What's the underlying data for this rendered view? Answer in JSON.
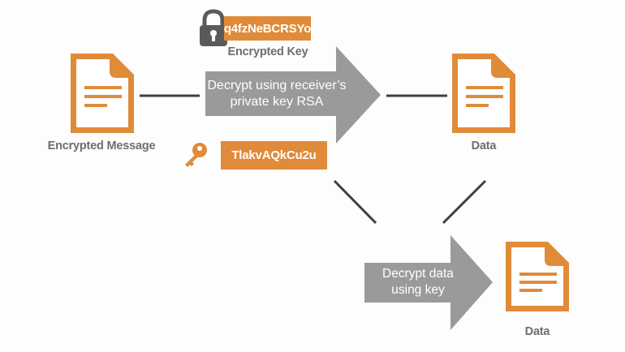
{
  "colors": {
    "accent": "#e08b3a",
    "arrow": "#9a9a9c",
    "connector": "#3f3f43",
    "label": "#6e6e70",
    "lock": "#5a5a5c"
  },
  "encrypted_message": {
    "icon": "document-icon",
    "label": "Encrypted Message"
  },
  "encrypted_key": {
    "icon": "lock-icon",
    "value": "q4fzNeBCRSYo",
    "label": "Encrypted Key"
  },
  "decrypted_key": {
    "icon": "key-icon",
    "value": "TlakvAQkCu2u"
  },
  "arrow_rsa": {
    "line1": "Decrypt using receiver’s",
    "line2": "private key RSA"
  },
  "data_top": {
    "icon": "document-icon",
    "label": "Data"
  },
  "arrow_data": {
    "line1": "Decrypt data",
    "line2": "using key"
  },
  "data_bottom": {
    "icon": "document-icon",
    "label": "Data"
  }
}
